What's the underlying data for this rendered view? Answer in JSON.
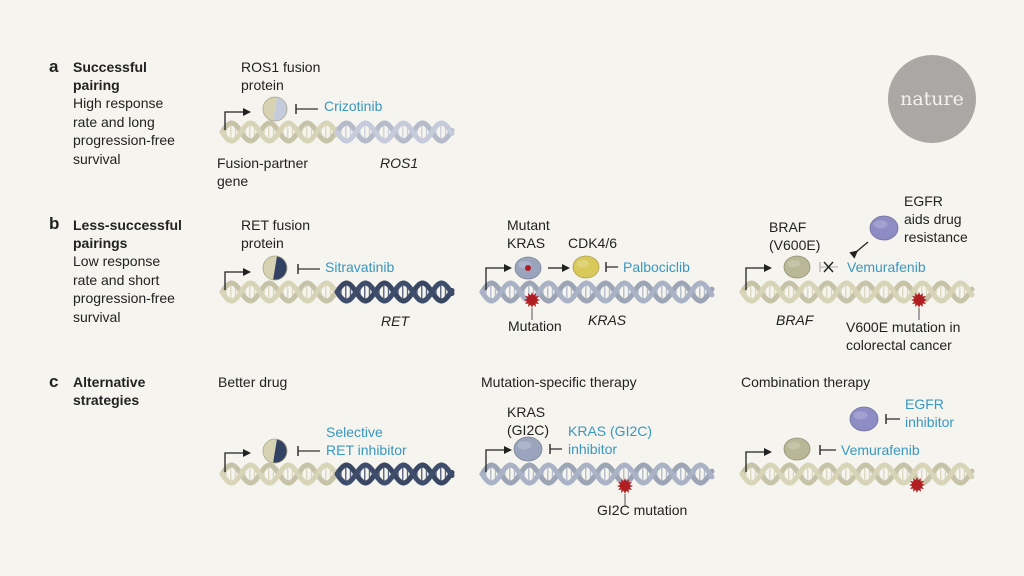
{
  "logo": {
    "text": "nature"
  },
  "colors": {
    "background": "#f5f4ee",
    "drug_text": "#3a97c0",
    "dna_beige": "#d8d4b8",
    "dna_lavender": "#c6cbdc",
    "dna_navy": "#3e4d6b",
    "dna_bluegrey": "#aab3c6",
    "mutation_red": "#b01e22",
    "protein_beige": "#d6d2b2",
    "protein_navy": "#334263",
    "protein_kras": "#9aa5bd",
    "protein_cdk": "#d9c95a",
    "protein_egfr": "#8d8cc4",
    "protein_braf": "#b9b796"
  },
  "sections": {
    "a": {
      "letter": "a",
      "title_line1": "Successful",
      "title_line2": "pairing",
      "desc": [
        "High response",
        "rate and long",
        "progression-free",
        "survival"
      ],
      "panel": {
        "protein_label": [
          "ROS1 fusion",
          "protein"
        ],
        "drug": "Crizotinib",
        "gene_left_label": [
          "Fusion-partner",
          "gene"
        ],
        "gene_right_label": "ROS1"
      }
    },
    "b": {
      "letter": "b",
      "title_line1": "Less-successful",
      "title_line2": "pairings",
      "desc": [
        "Low response",
        "rate and short",
        "progression-free",
        "survival"
      ],
      "panel1": {
        "protein_label": [
          "RET fusion",
          "protein"
        ],
        "drug": "Sitravatinib",
        "gene_label": "RET"
      },
      "panel2": {
        "protein_label": [
          "Mutant",
          "KRAS"
        ],
        "target_label": "CDK4/6",
        "drug": "Palbociclib",
        "mutation_label": "Mutation",
        "gene_label": "KRAS"
      },
      "panel3": {
        "protein_label": [
          "BRAF",
          "(V600E)"
        ],
        "egfr_label": [
          "EGFR",
          "aids drug",
          "resistance"
        ],
        "drug": "Vemurafenib",
        "gene_label": "BRAF",
        "mutation_label": [
          "V600E mutation in",
          "colorectal cancer"
        ]
      }
    },
    "c": {
      "letter": "c",
      "title_line1": "Alternative",
      "title_line2": "strategies",
      "panel1": {
        "heading": "Better drug",
        "drug": [
          "Selective",
          "RET inhibitor"
        ]
      },
      "panel2": {
        "heading": "Mutation-specific therapy",
        "protein_label": [
          "KRAS",
          "(GI2C)"
        ],
        "drug": [
          "KRAS (GI2C)",
          "inhibitor"
        ],
        "mutation_label": "GI2C mutation"
      },
      "panel3": {
        "heading": "Combination therapy",
        "egfr_drug": [
          "EGFR",
          "inhibitor"
        ],
        "drug": "Vemurafenib"
      }
    }
  }
}
